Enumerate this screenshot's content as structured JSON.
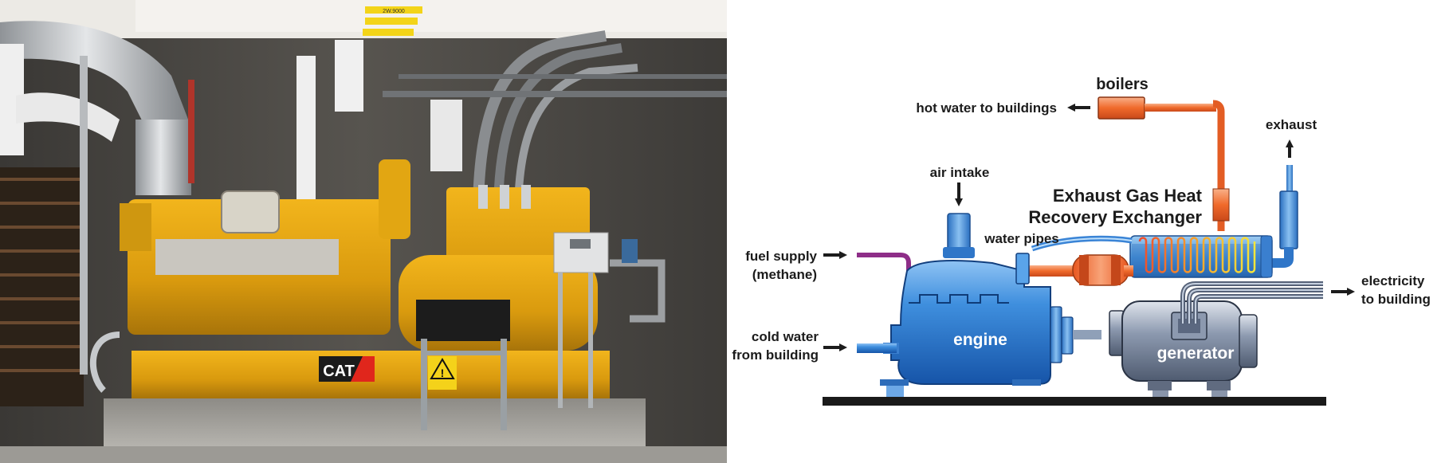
{
  "photo": {
    "brand": "CAT",
    "tag_text": "2W.9000",
    "warning_glyph": "!"
  },
  "diagram": {
    "labels": {
      "boilers": "boilers",
      "hot_water": "hot water to buildings",
      "exhaust": "exhaust",
      "air_intake": "air intake",
      "heat_exchanger_line1": "Exhaust Gas Heat",
      "heat_exchanger_line2": "Recovery Exchanger",
      "water_pipes": "water pipes",
      "fuel_supply_line1": "fuel supply",
      "fuel_supply_line2": "(methane)",
      "cold_water_line1": "cold water",
      "cold_water_line2": "from building",
      "electricity_line1": "electricity",
      "electricity_line2": "to building",
      "engine": "engine",
      "generator": "generator"
    },
    "colors": {
      "engine_blue": "#2f7fd3",
      "generator_gray": "#6f7e96",
      "hot_orange": "#ef6a2c",
      "fuel_purple": "#8e2e88",
      "ground": "#1a1a1a"
    }
  }
}
